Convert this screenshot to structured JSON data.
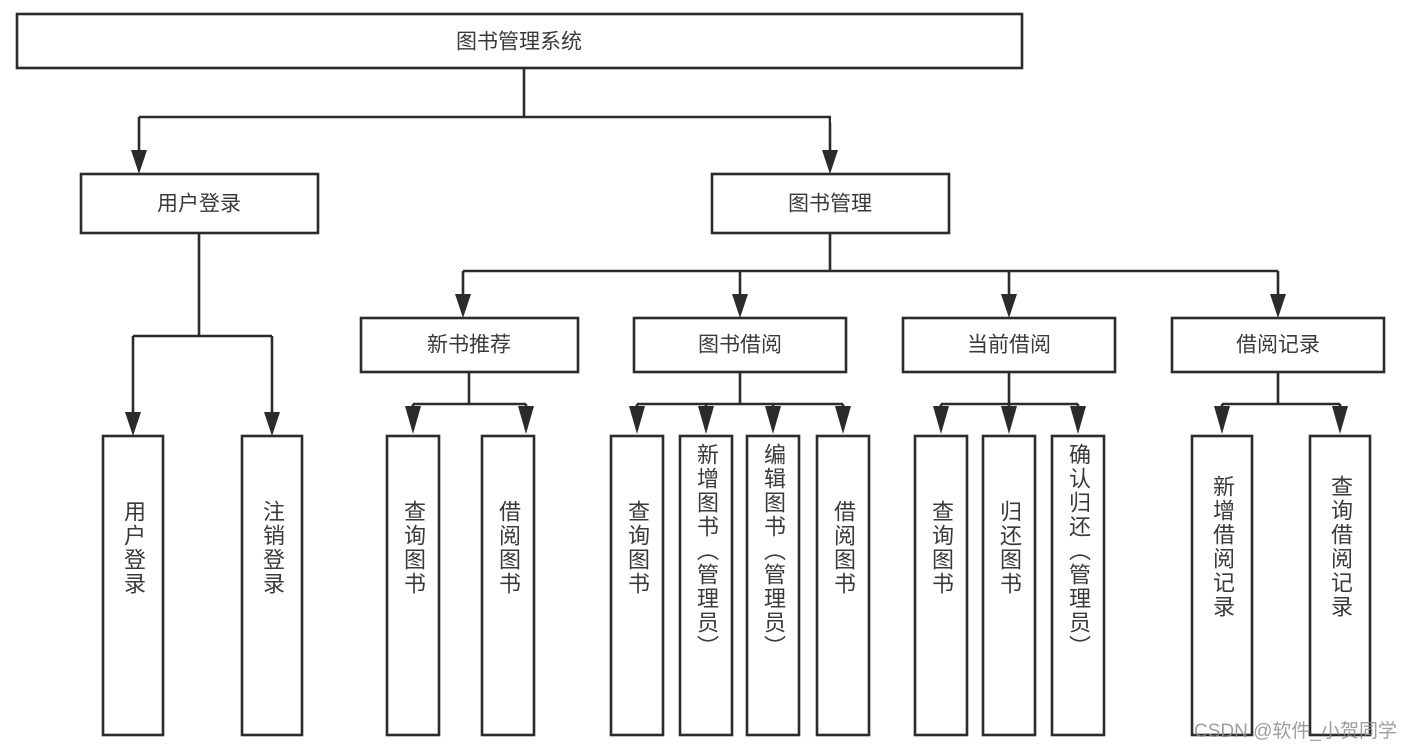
{
  "diagram": {
    "title": "图书管理系统",
    "watermark": "CSDN @软件_小贺同学",
    "colors": {
      "stroke": "#2b2b2b",
      "text": "#3a3a3a",
      "background": "#ffffff",
      "watermark": "#8d8d8d"
    },
    "levels": {
      "root": {
        "label": "图书管理系统"
      },
      "level2": [
        {
          "label": "用户登录"
        },
        {
          "label": "图书管理"
        }
      ],
      "level3": [
        {
          "label": "新书推荐"
        },
        {
          "label": "图书借阅"
        },
        {
          "label": "当前借阅"
        },
        {
          "label": "借阅记录"
        }
      ],
      "leaves": {
        "user_login": [
          {
            "label": "用户登录"
          },
          {
            "label": "注销登录"
          }
        ],
        "new_book_recommend": [
          {
            "label": "查询图书"
          },
          {
            "label": "借阅图书"
          }
        ],
        "book_borrow": [
          {
            "label": "查询图书"
          },
          {
            "label": "新增图书（管理员）"
          },
          {
            "label": "编辑图书（管理员）"
          },
          {
            "label": "借阅图书"
          }
        ],
        "current_borrow": [
          {
            "label": "查询图书"
          },
          {
            "label": "归还图书"
          },
          {
            "label": "确认归还（管理员）"
          }
        ],
        "borrow_record": [
          {
            "label": "新增借阅记录"
          },
          {
            "label": "查询借阅记录"
          }
        ]
      }
    }
  }
}
